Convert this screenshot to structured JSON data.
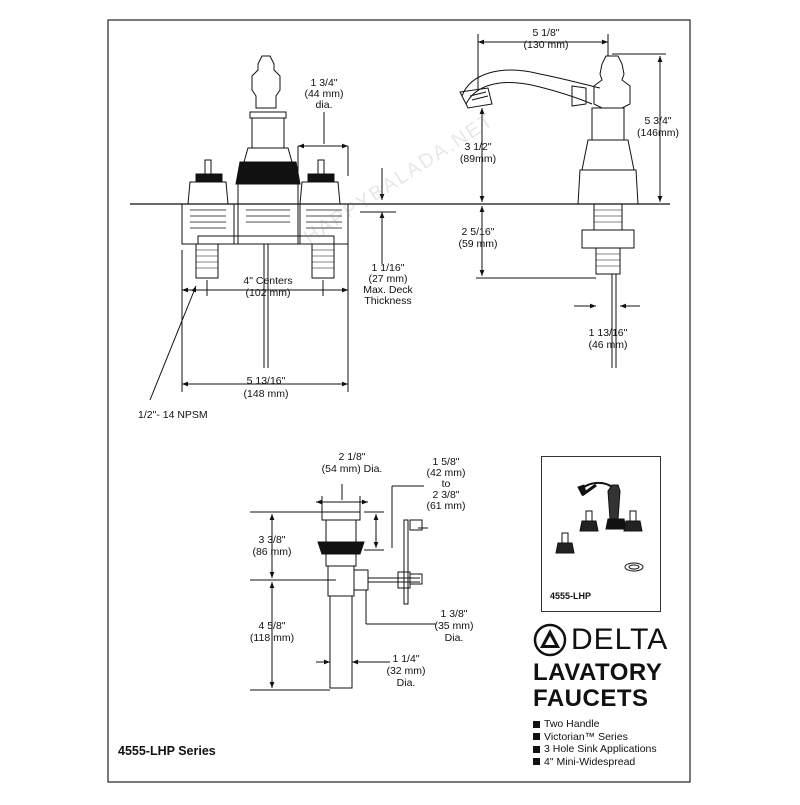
{
  "top_left": {
    "handle_dia_line1": "1 3/4\"",
    "handle_dia_line2": "(44 mm)",
    "handle_dia_line3": "dia.",
    "centers_line1": "4\" Centers",
    "centers_line2": "(102 mm)",
    "deck_line1": "1 1/16\"",
    "deck_line2": "(27 mm)",
    "deck_line3": "Max. Deck",
    "deck_line4": "Thickness",
    "overall_line1": "5 13/16\"",
    "overall_line2": "(148 mm)",
    "thread_label": "1/2\"- 14 NPSM",
    "spout_brand_mark": "Delta"
  },
  "top_right": {
    "reach_line1": "5 1/8\"",
    "reach_line2": "(130 mm)",
    "spout_height_line1": "3 1/2\"",
    "spout_height_line2": "(89mm)",
    "total_height_line1": "5 3/4\"",
    "total_height_line2": "(146mm)",
    "shank_line1": "2 5/16\"",
    "shank_line2": "(59 mm)",
    "shank_dia_line1": "1 13/16\"",
    "shank_dia_line2": "(46 mm)"
  },
  "drain": {
    "stopper_dia_line1": "2 1/8\"",
    "stopper_dia_line2": "(54 mm) Dia.",
    "rod_line1": "1 5/8\"",
    "rod_line2": "(42 mm)",
    "rod_line3": "to",
    "rod_line4": "2 3/8\"",
    "rod_line5": "(61 mm)",
    "flange_line1": "3 3/8\"",
    "flange_line2": "(86 mm)",
    "body_line1": "4 5/8\"",
    "body_line2": "(118 mm)",
    "body_dia_line1": "1 3/8\"",
    "body_dia_line2": "(35 mm)",
    "body_dia_line3": "Dia.",
    "tail_line1": "1 1/4\"",
    "tail_line2": "(32 mm)",
    "tail_line3": "Dia."
  },
  "photo": {
    "caption": "4555-LHP"
  },
  "brand": {
    "name": "DELTA",
    "title_line1": "LAVATORY",
    "title_line2": "FAUCETS",
    "features": [
      "Two Handle",
      "Victorian™ Series",
      "3 Hole Sink Applications",
      "4\" Mini-Widespread"
    ]
  },
  "series_label": "4555-LHP Series",
  "watermark": "HAPPYBALADA.NET",
  "colors": {
    "ink": "#111111",
    "frame": "#333333",
    "background": "#ffffff"
  }
}
